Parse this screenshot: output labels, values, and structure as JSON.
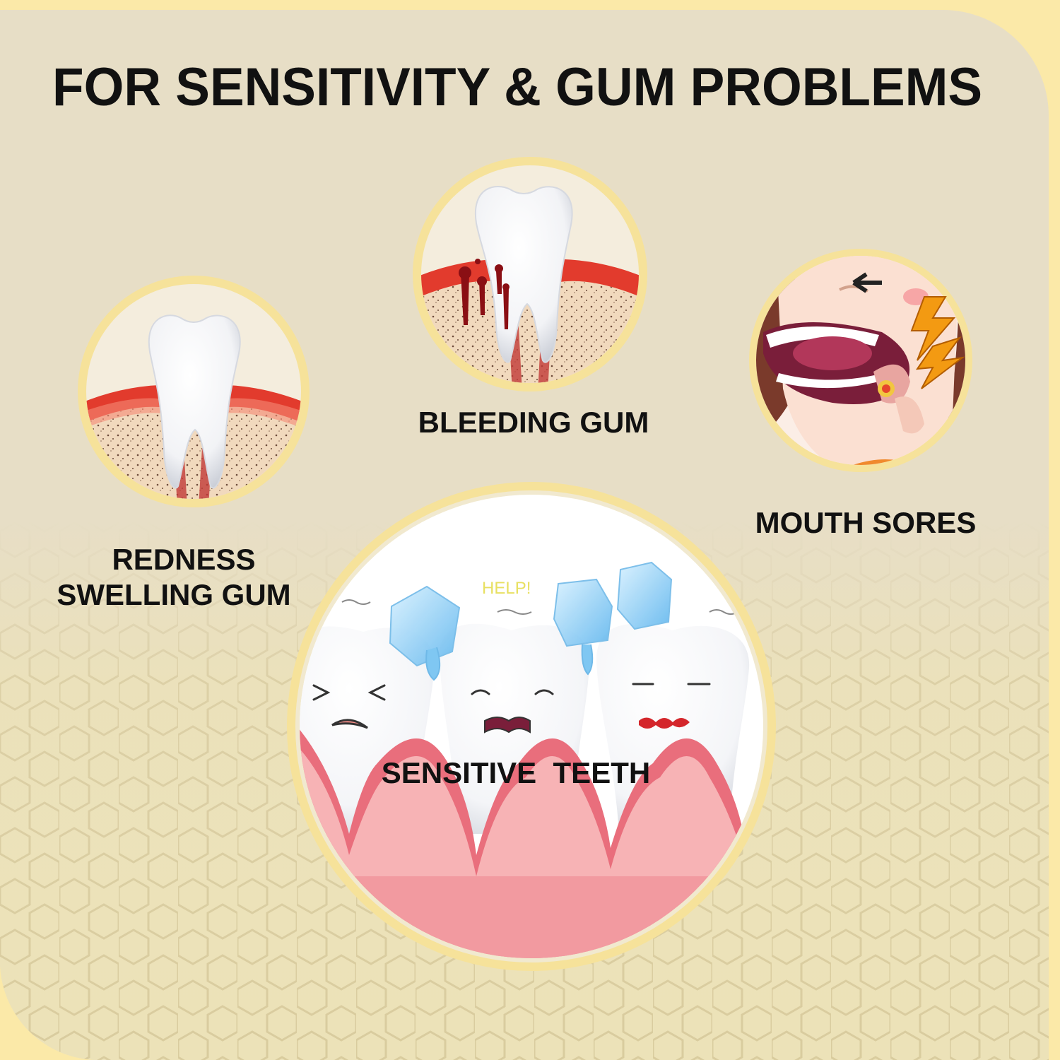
{
  "heading": "FOR SENSITIVITY & GUM PROBLEMS",
  "items": [
    {
      "label": "REDNESS"
    },
    {
      "label": "SWELLING GUM"
    },
    {
      "label": "BLEEDING GUM"
    },
    {
      "label": "MOUTH SORES"
    },
    {
      "label": "SENSITIVE  TEETH"
    }
  ],
  "help_text": "HELP!",
  "colors": {
    "background": "#e7dec6",
    "accent_frame": "#fbe9a8",
    "circle_ring": "#f6e29a",
    "gum_red": "#e23b2d",
    "gum_pink": "#f29aa0"
  },
  "icons": [
    "tooth-icon",
    "blood-drop-icon",
    "ice-cube-icon",
    "lightning-icon"
  ]
}
